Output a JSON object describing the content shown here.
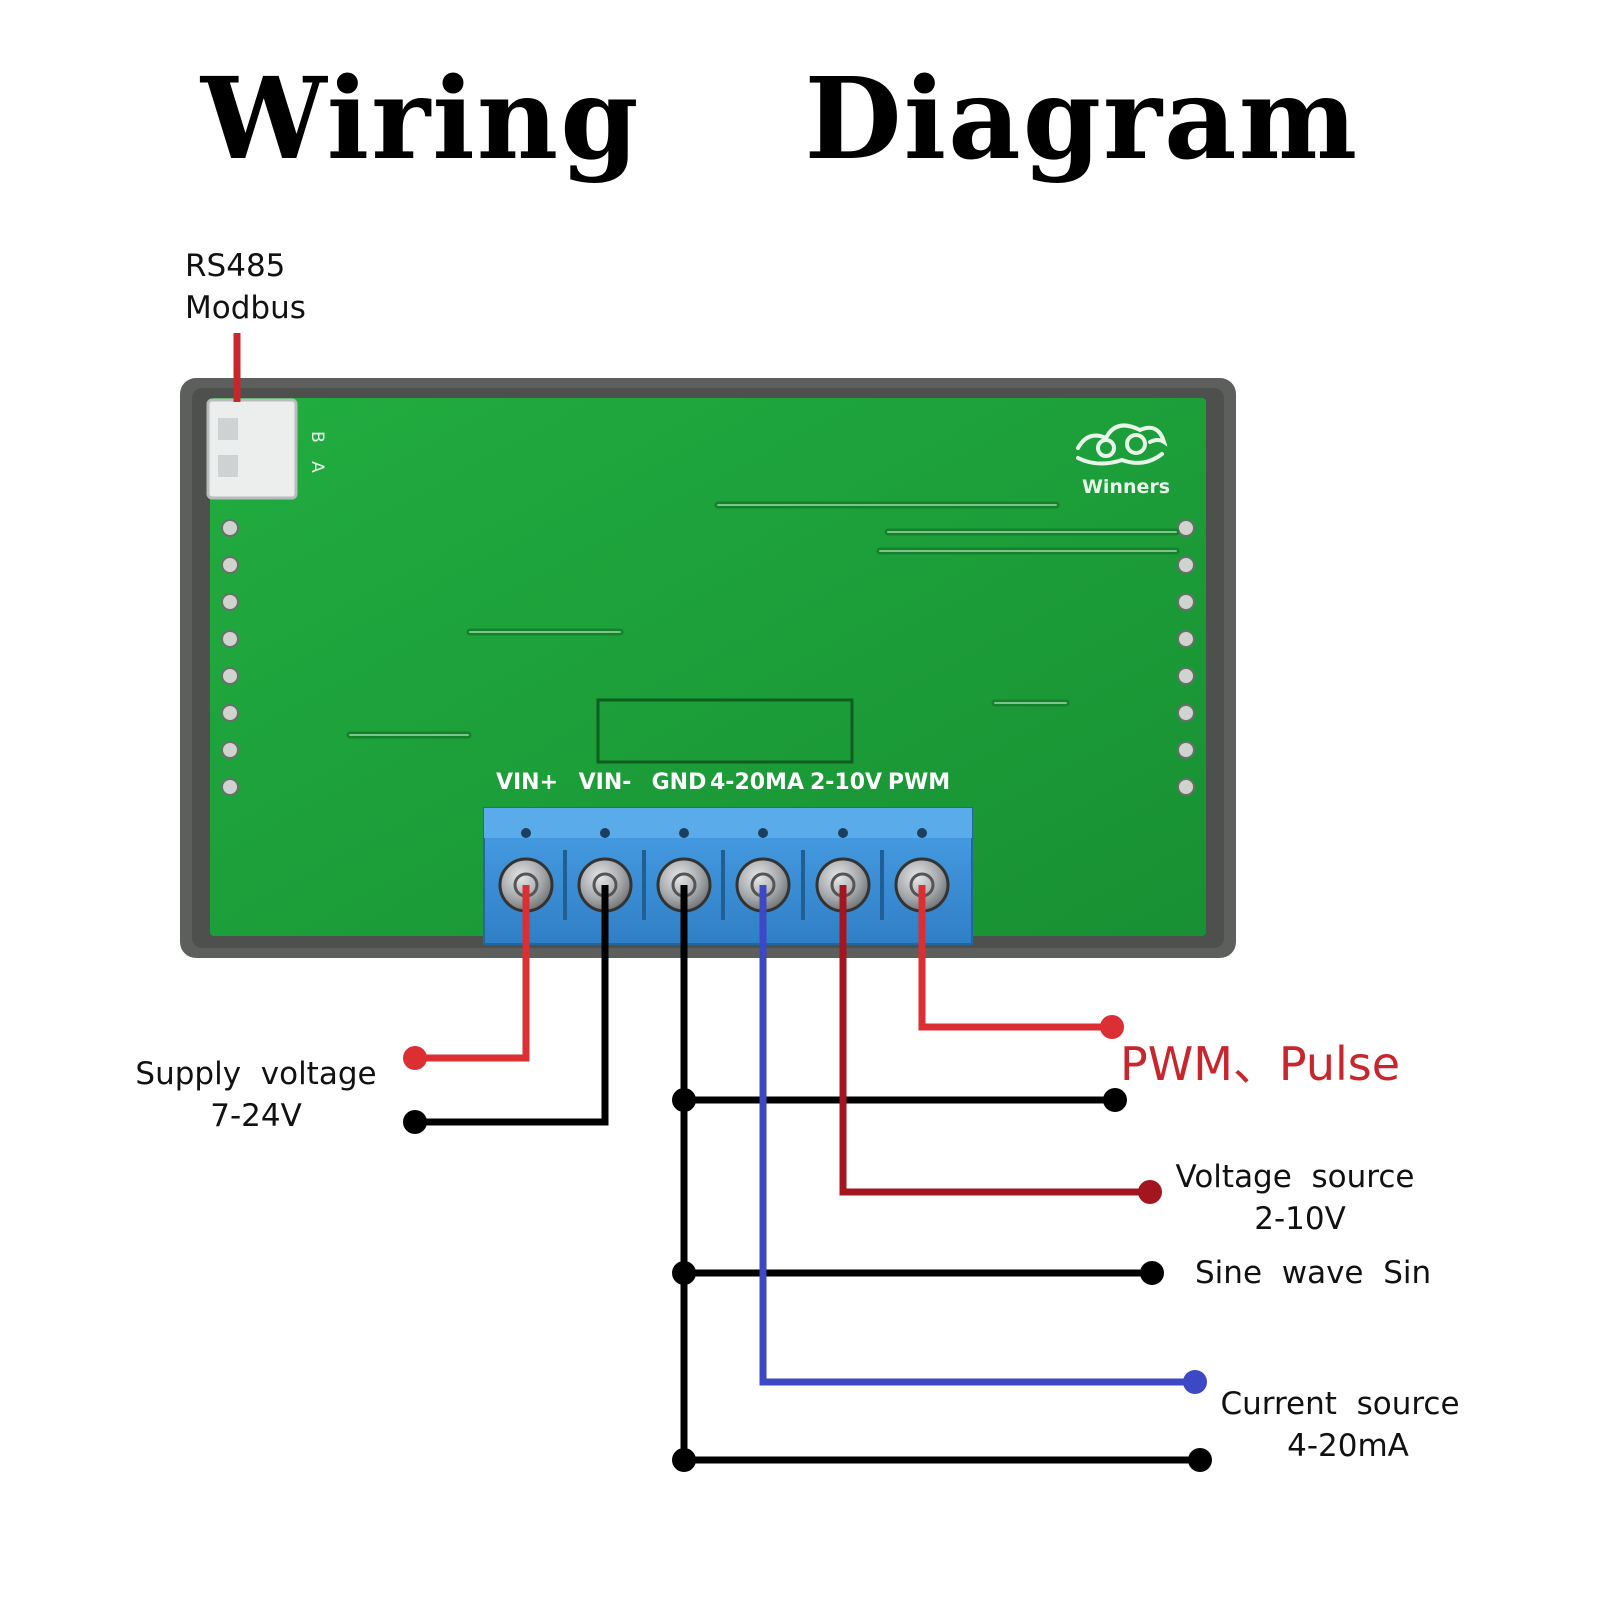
{
  "title": "Wiring    Diagram",
  "rs485": {
    "line1": "RS485",
    "line2": "Modbus"
  },
  "board": {
    "brand": "Winners",
    "connector_pins": [
      "B",
      "A"
    ],
    "terminals": [
      "VIN+",
      "VIN-",
      "GND",
      "4-20MA",
      "2-10V",
      "PWM"
    ]
  },
  "labels": {
    "supply_line1": "Supply  voltage",
    "supply_line2": "7-24V",
    "pwm": "PWM、Pulse",
    "voltage_line1": "Voltage  source",
    "voltage_line2": "2-10V",
    "sine": "Sine  wave  Sin",
    "current_line1": "Current  source",
    "current_line2": "4-20mA"
  },
  "colors": {
    "board_green": "#1ea13a",
    "housing_gray": "#5c5f5c",
    "terminal_blue": "#3b8fd6",
    "wire_red": "#dc2f34",
    "wire_dark_red": "#a3161f",
    "wire_black": "#000000",
    "wire_blue": "#3c48c4"
  }
}
